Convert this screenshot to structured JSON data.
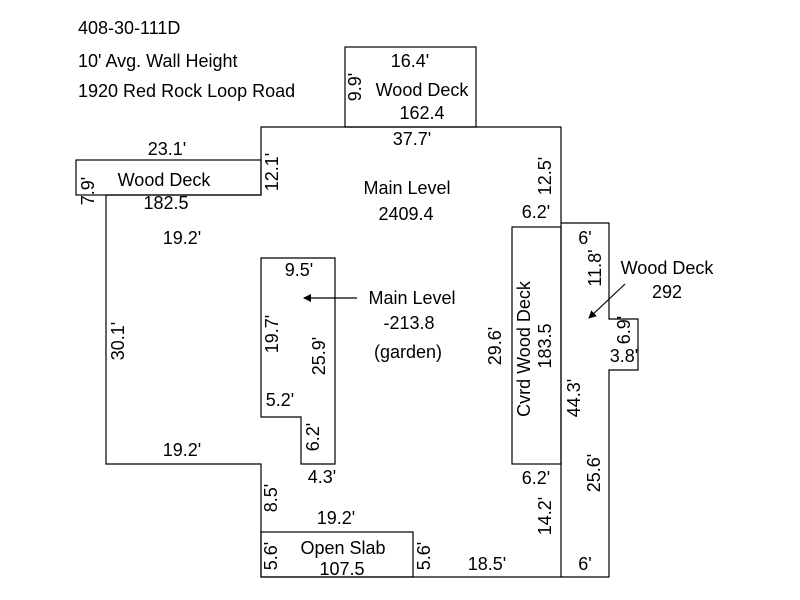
{
  "header": {
    "parcel_id": "408-30-111D",
    "wall_height": "10' Avg. Wall Height",
    "address": "1920 Red Rock Loop Road"
  },
  "areas": {
    "top_deck": {
      "name": "Wood Deck",
      "area": "162.4"
    },
    "left_deck": {
      "name": "Wood Deck",
      "area": "182.5"
    },
    "main_level": {
      "name": "Main Level",
      "area": "2409.4"
    },
    "garden": {
      "name": "Main Level",
      "area": "-213.8",
      "note": "(garden)"
    },
    "covered_deck": {
      "name": "Cvrd Wood Deck",
      "area": "183.5"
    },
    "right_deck": {
      "name": "Wood Deck",
      "area": "292"
    },
    "open_slab": {
      "name": "Open Slab",
      "area": "107.5"
    }
  },
  "dimensions": {
    "top_deck_width": "16.4'",
    "top_deck_depth": "9.9'",
    "main_top": "37.7'",
    "left_deck_width": "23.1'",
    "left_deck_depth": "7.9'",
    "left_upper_wall": "12.1'",
    "left_lower_top": "19.2'",
    "left_side": "30.1'",
    "left_bottom": "19.2'",
    "right_upper_wall": "12.5'",
    "covered_top": "6.2'",
    "covered_side": "29.6'",
    "covered_bottom": "6.2'",
    "garden_top": "9.5'",
    "garden_left": "19.7'",
    "garden_right": "25.9'",
    "garden_step": "5.2'",
    "garden_inner": "6.2'",
    "garden_bottom": "4.3'",
    "lower_left_jog": "8.5'",
    "slab_width": "19.2'",
    "slab_left": "5.6'",
    "slab_right": "5.6'",
    "bottom_run": "18.5'",
    "lower_right_wall": "14.2'",
    "right_deck_top": "6'",
    "right_deck_upper": "11.8'",
    "right_deck_bump_h": "6.9'",
    "right_deck_bump_w": "3.8'",
    "right_deck_inner": "44.3'",
    "right_deck_lower": "25.6'",
    "right_deck_bottom": "6'"
  }
}
